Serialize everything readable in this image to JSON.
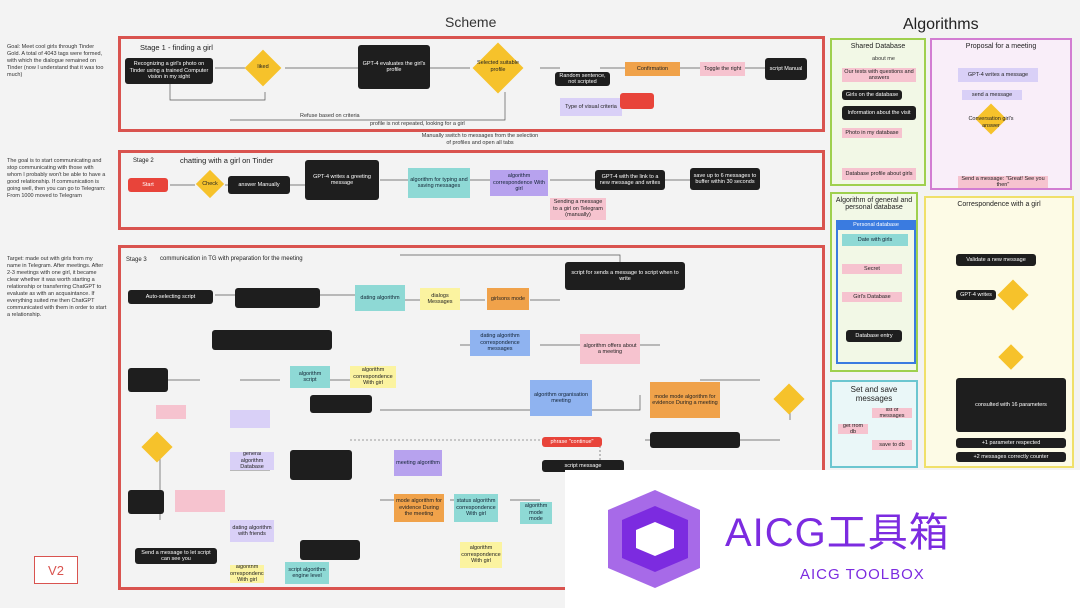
{
  "header": {
    "scheme_title": "Scheme",
    "algorithms_title": "Algorithms"
  },
  "side_notes": {
    "goal": "Goal: Meet cool girls through Tinder Gold. A total of 4043 tags were formed, with which the dialogue remained on Tinder (now I understand that it was too much)",
    "stage2_note": "The goal is to start communicating and stop communicating with those with whom I probably won't be able to have a good relationship. If communication is going well, then you can go to Telegram: From 1000 moved to Telegram",
    "stage3_note": "Target: made out with girls from my name in Telegram. After meetings. After 2-3 meetings with one girl, it became clear whether it was worth starting a relationship or transferring ChatGPT to evaluate as with an acquaintance. If everything suited me then ChatGPT communicated with them in order to start a relationship.",
    "version": "V2"
  },
  "stages": {
    "s1": "Stage 1 - finding a girl",
    "s2_prefix": "Stage 2",
    "s2": "chatting with a girl on Tinder",
    "s3_prefix": "Stage 3",
    "s3": "communication in TG with preparation for the meeting"
  },
  "stage1": {
    "recognize": "Recognizing a girl's photo on Tinder using a trained Computer vision in my sight",
    "diamond": "liked",
    "gpt_box": "GPT-4 evaluates the girl's profile",
    "diamond2": "Selected suitable profile",
    "random_question": "Random sentence, not scripted",
    "like_box": "Confirmation",
    "toggle": "Toggle the right",
    "black_right": "script Manual",
    "skip": "Type of visual criteria",
    "repeat": "profile is not repeated, looking for a girl",
    "refuse": "Refuse based on criteria"
  },
  "stage2": {
    "start": "Start",
    "diamond": "Check",
    "answer": "answer Manually",
    "gpt_writes": "GPT-4 writes a greeting message",
    "teal": "algorithm for typing and saving messages",
    "purple": "algorithm correspondence With girl",
    "black_mid": "GPT-4 with the link to a new message and writes",
    "save": "save up to 6 messages to buffer within 30 seconds",
    "pink": "Sending a message to a girl on Telegram (manually)",
    "manual_switch": "Manually switch to messages from the selection of profiles and open all tabs"
  },
  "stage3": {
    "auto": "Auto-selecting script",
    "dating_algo": "dating algorithm",
    "teal_msgs": "dialogs Messages",
    "algo_corr": "algorithm correspondence With girl",
    "girl_mode": "girlsons mode",
    "algo_offers": "algorithm offers about a meeting",
    "dating_algo2": "dating algorithm correspondence messages",
    "algo_script": "algorithm script",
    "algo_meeting": "algorithm organisation meeting",
    "mode_algo": "mode mode algorithm for evidence During a meeting",
    "meeting_algo": "meeting algorithm",
    "mode_algo2": "mode algorithm for evidence During the meeting",
    "status_algo": "status algorithm correspondence With girl",
    "general_algo": "general algorithm Database",
    "dating_algo3": "dating algorithm with friends",
    "script_algo": "script algorithm engine level",
    "algo_bottom": "algorithm correspondence With girl",
    "algo_mode": "algorithm mode mode",
    "algo_corr3": "algorithm correspondence With girl",
    "send_msg": "Send a message to let script can see you",
    "script_send": "script for sends a message to script when to write",
    "script_msg": "script message",
    "phrase_continue": "phrase \"continue\""
  },
  "panels": {
    "shared_db": {
      "title": "Shared Database",
      "subtitle": "about me",
      "items": [
        "Our tests with questions and answers",
        "Girls on the database",
        "Information about the visit",
        "Photo in my database",
        "Database profile about girls"
      ]
    },
    "proposal": {
      "title": "Proposal for a meeting",
      "items": [
        "GPT-4 writes a message",
        "send a message",
        "Conversation girl's answer",
        "Send a message: \"Great! See you then\""
      ]
    },
    "general_db": {
      "title": "Algorithm of general and personal database",
      "header": "Personal database",
      "items": [
        "Date with girls",
        "Secret",
        "Girl's Database",
        "Database entry"
      ]
    },
    "set_save": {
      "title": "Set and save messages",
      "items": [
        "list of messages",
        "get from db",
        "save to db"
      ]
    },
    "correspondence": {
      "title": "Correspondence with a girl",
      "items": [
        "Validate a new message",
        "GPT-4 writes",
        "consulted with 16 parameters",
        "+1 parameter respected",
        "+2 messages correctly counter"
      ]
    }
  },
  "watermark": {
    "brand": "AICG工具箱",
    "sub": "AICG TOOLBOX"
  }
}
